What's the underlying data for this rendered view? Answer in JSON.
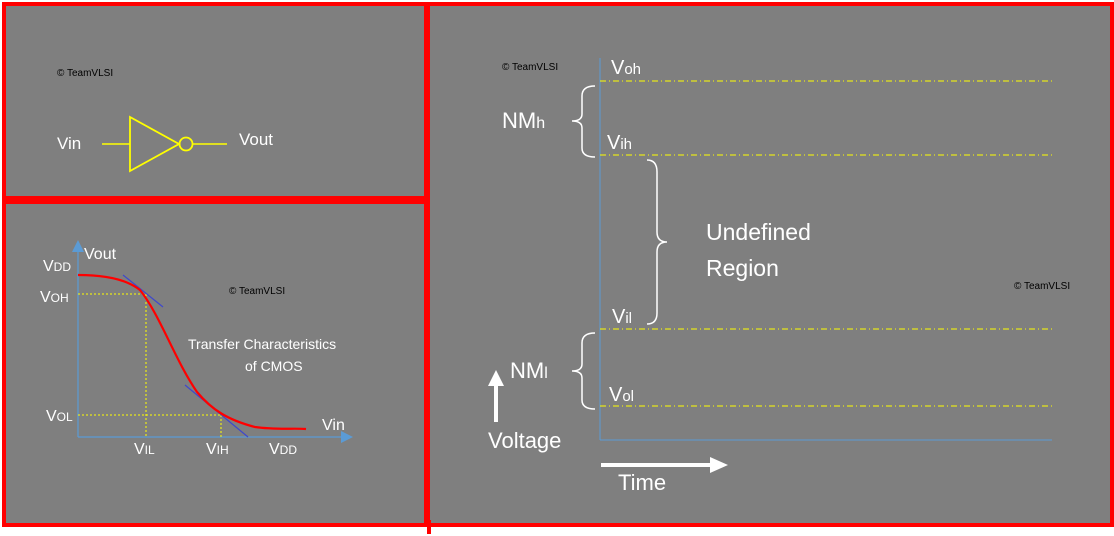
{
  "inverter_panel": {
    "copyright": "© TeamVLSI",
    "input_label": "Vin",
    "output_label": "Vout"
  },
  "vtc_panel": {
    "copyright": "© TeamVLSI",
    "title_line1": "Transfer Characteristics",
    "title_line2": "of CMOS",
    "y_axis_label": "Vout",
    "x_axis_label": "Vin",
    "y_labels": {
      "vdd_main": "V",
      "vdd_sub": "DD",
      "voh_main": "V",
      "voh_sub": "OH",
      "vol_main": "V",
      "vol_sub": "OL"
    },
    "x_labels": {
      "vil_main": "V",
      "vil_sub": "IL",
      "vih_main": "V",
      "vih_sub": "IH",
      "vdd_main": "V",
      "vdd_sub": "DD"
    }
  },
  "noise_panel": {
    "copyright_top": "© TeamVLSI",
    "copyright_right": "© TeamVLSI",
    "levels": {
      "voh_main": "V",
      "voh_sub": "oh",
      "vih_main": "V",
      "vih_sub": "ih",
      "vil_main": "V",
      "vil_sub": "il",
      "vol_main": "V",
      "vol_sub": "ol"
    },
    "nmh_main": "NM",
    "nmh_sub": "h",
    "nml_main": "NM",
    "nml_sub": "l",
    "undefined_line1": "Undefined",
    "undefined_line2": "Region",
    "voltage_label": "Voltage",
    "time_label": "Time"
  },
  "colors": {
    "panel_bg": "#7f7f7f",
    "border": "#ff0000",
    "symbol": "#ffff00",
    "axis": "#5b9bd5",
    "curve": "#ff0000",
    "tangent": "#3f48cc",
    "dashed": "#ffff00"
  }
}
